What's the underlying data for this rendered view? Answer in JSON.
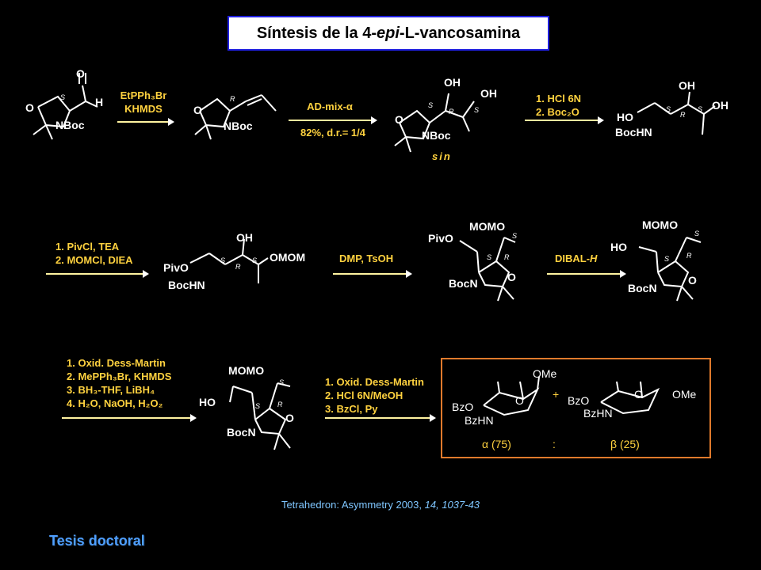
{
  "title": {
    "prefix": "Síntesis de la 4-",
    "epi": "epi",
    "suffix": "-L-vancosamina"
  },
  "row1": {
    "step1": {
      "line1": "EtPPh₃Br",
      "line2": "KHMDS"
    },
    "step2": {
      "line1": "AD-mix-α",
      "line2": "82%, d.r.= 1/4"
    },
    "step3": {
      "line1": "1. HCl 6N",
      "line2": "2. Boc₂O"
    },
    "sin_label": "sin"
  },
  "row2": {
    "step1": {
      "line1": "1. PivCl, TEA",
      "line2": "2. MOMCl, DIEA"
    },
    "step2": {
      "line1": "DMP, TsOH"
    },
    "step3": {
      "line1": "DIBAL-",
      "line1_italic": "H"
    }
  },
  "row3": {
    "step1": {
      "lines": [
        "1. Oxid. Dess-Martin",
        "2. MePPh₃Br, KHMDS",
        "3. BH₃-THF, LiBH₄",
        "4. H₂O, NaOH, H₂O₂"
      ]
    },
    "step2": {
      "lines": [
        "1. Oxid. Dess-Martin",
        "2. HCl 6N/MeOH",
        "3. BzCl, Py"
      ]
    }
  },
  "labels": {
    "O": "O",
    "H": "H",
    "NBoc": "NBoc",
    "OH": "OH",
    "HO": "HO",
    "BocHN": "BocHN",
    "PivO": "PivO",
    "OMOM": "OMOM",
    "MOMO": "MOMO",
    "BocN": "BocN",
    "OMe": "OMe",
    "BzO": "BzO",
    "BzHN": "BzHN",
    "S": "S",
    "R": "R",
    "plus": "+"
  },
  "ratio": {
    "alpha": "α (75)",
    "colon": ":",
    "beta": "β (25)"
  },
  "citation": {
    "journal": "Tetrahedron: Asymmetry",
    "year": "2003,",
    "ref": "14, 1037-43"
  },
  "footer": "Tesis doctoral",
  "colors": {
    "background": "#000000",
    "reagent": "#ffd23f",
    "title_border": "#1f1fe0",
    "box_border": "#e07a2c",
    "citation": "#7fc6ff",
    "footer": "#4f9fff"
  }
}
